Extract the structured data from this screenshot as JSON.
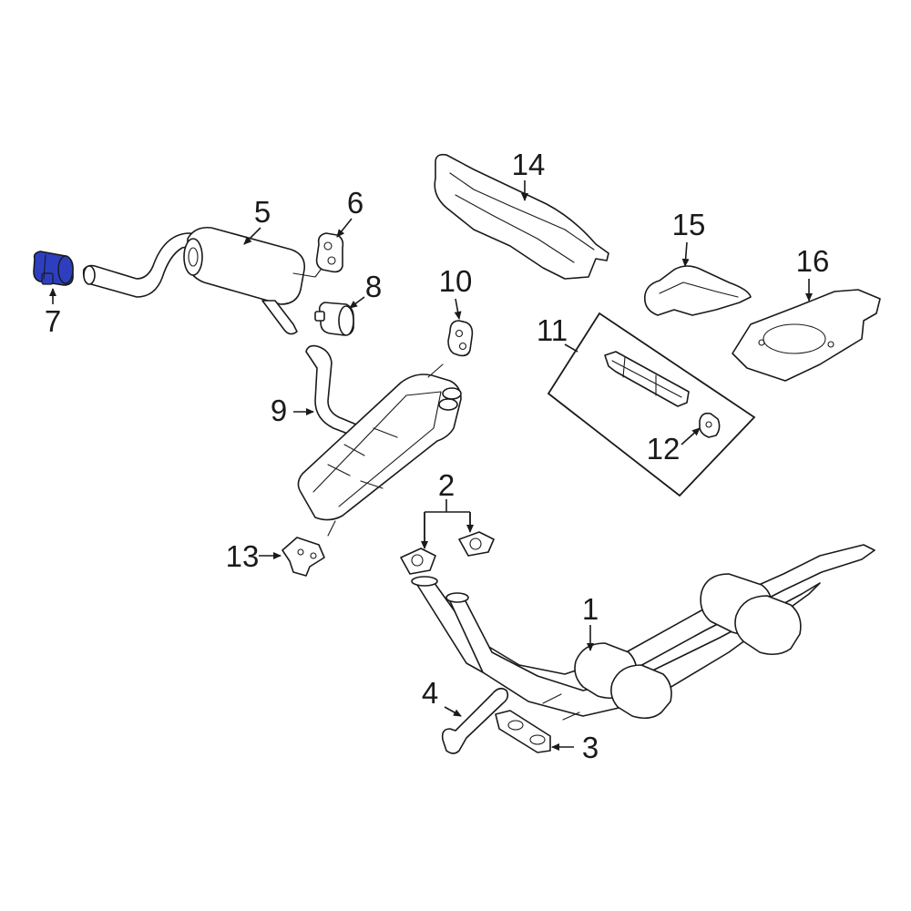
{
  "diagram": {
    "highlight_color": "#2d3fbf",
    "highlighted_part": "7",
    "callouts": [
      "1",
      "2",
      "3",
      "4",
      "5",
      "6",
      "7",
      "8",
      "9",
      "10",
      "11",
      "12",
      "13",
      "14",
      "15",
      "16"
    ]
  }
}
